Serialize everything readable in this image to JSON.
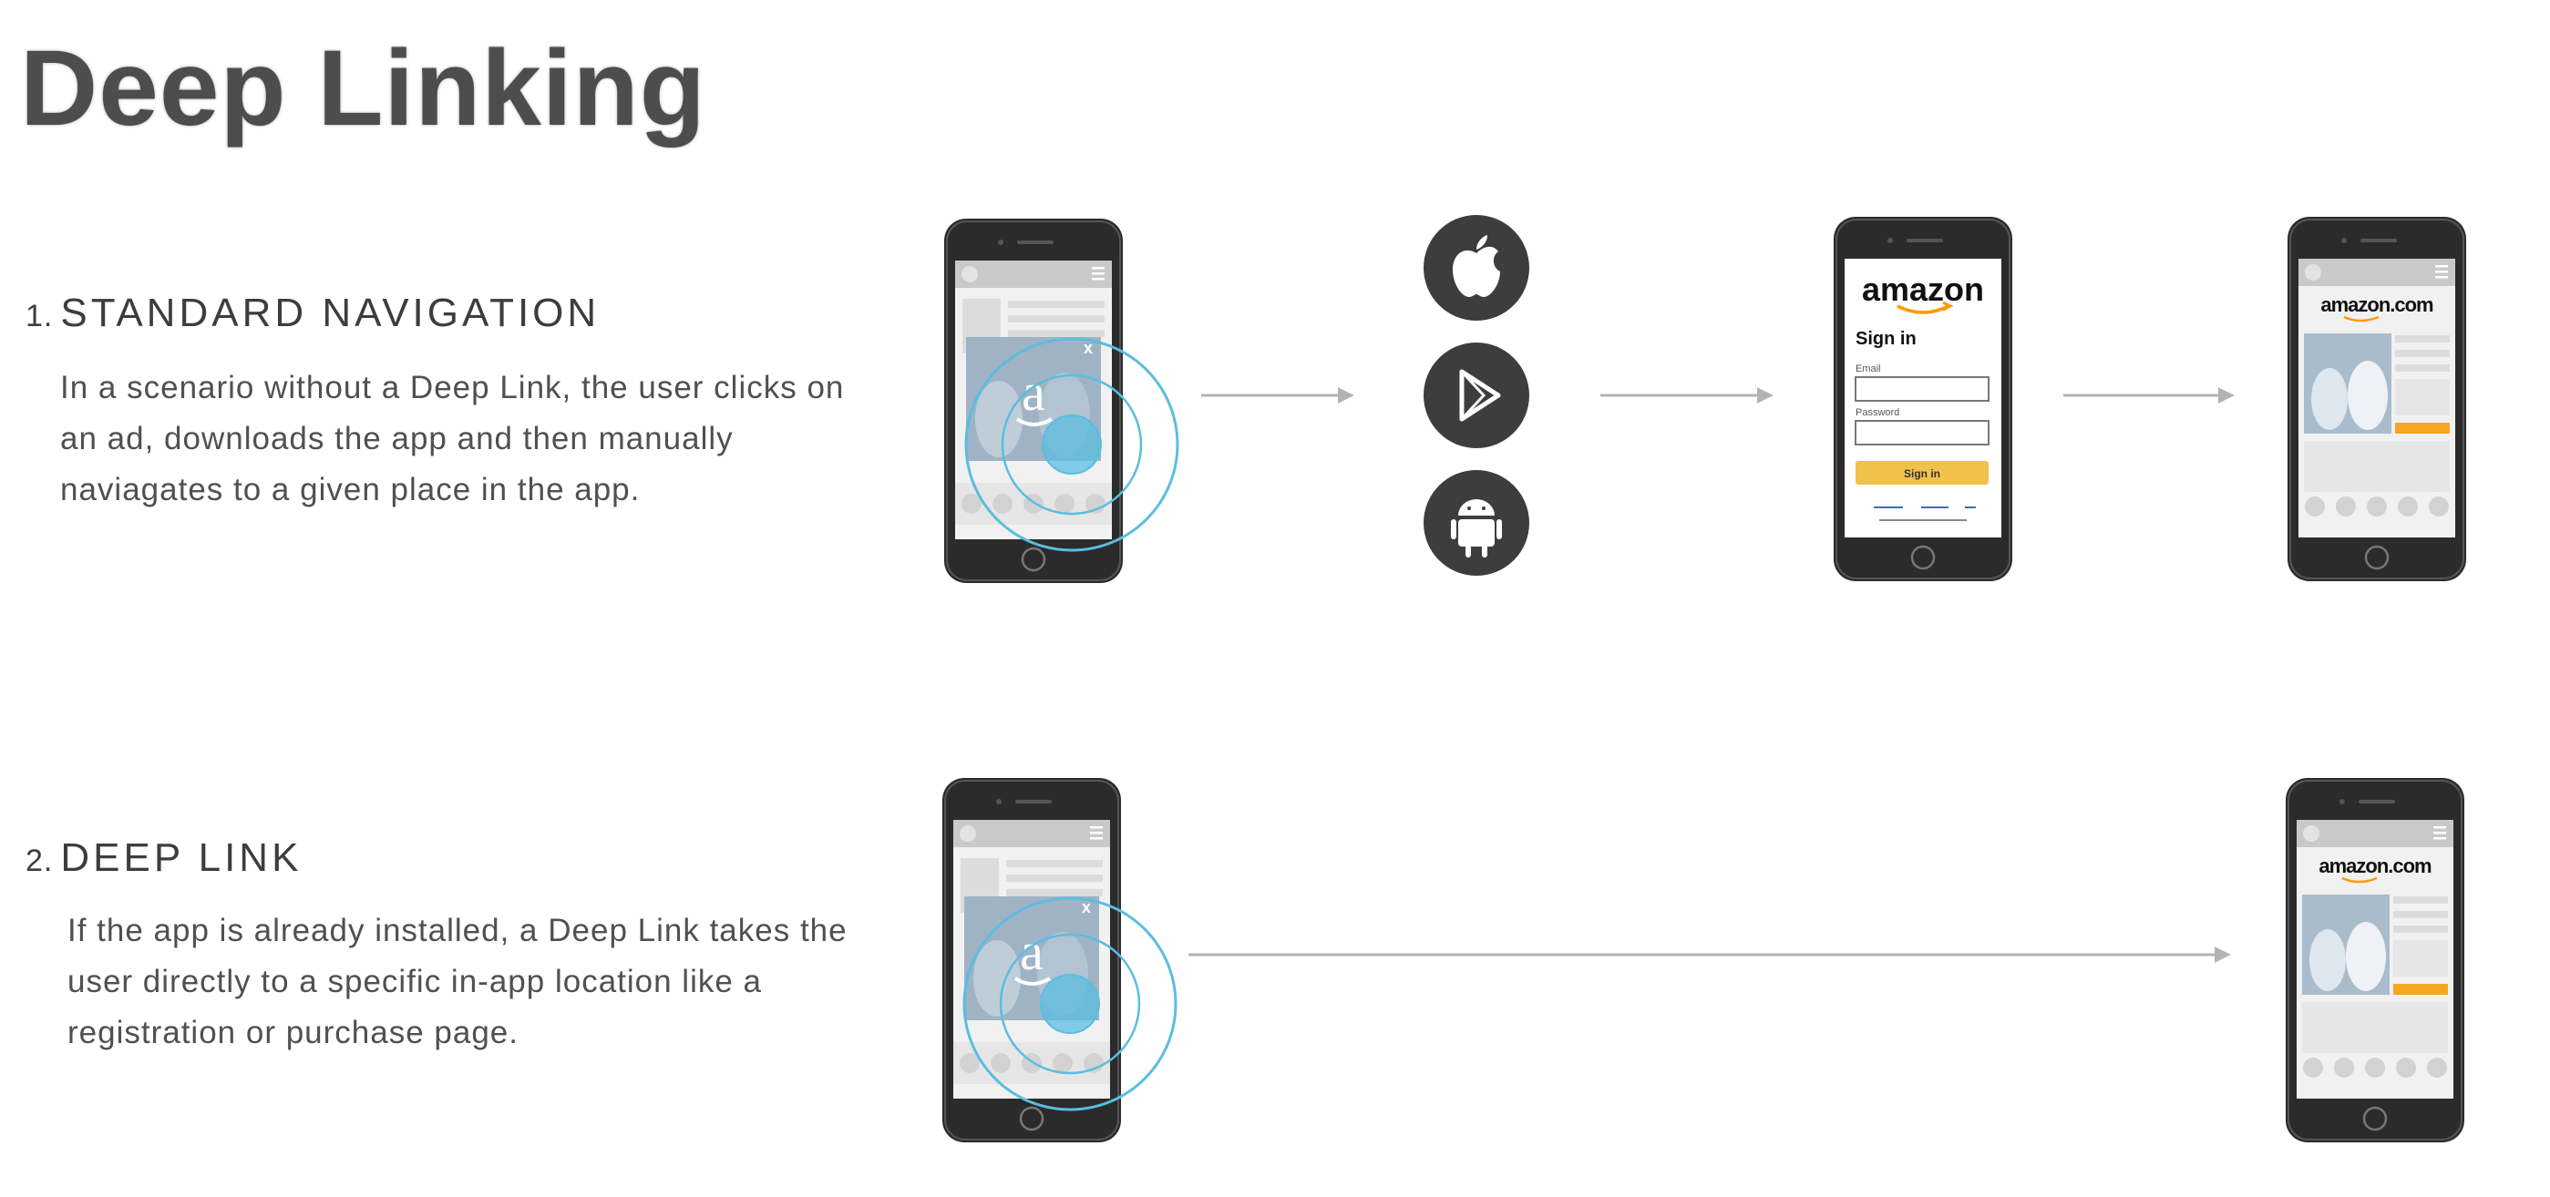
{
  "title": "Deep Linking",
  "sections": [
    {
      "number": "1.",
      "heading": "STANDARD NAVIGATION",
      "description": "In a scenario without a Deep Link, the user clicks on an ad, downloads the app and then manually naviagates to a given place in the app."
    },
    {
      "number": "2.",
      "heading": "DEEP LINK",
      "description": "If the app is already installed, a Deep Link takes the user directly to a specific in-app location like a registration or purchase page."
    }
  ],
  "ad_close": "x",
  "ad_letter": "a",
  "amazon_logo": "amazon",
  "amazon_com_logo": "amazon.com",
  "signin": {
    "heading": "Sign in",
    "email_label": "Email",
    "password_label": "Password",
    "button": "Sign in"
  },
  "stores": [
    "apple-icon",
    "google-play-icon",
    "android-icon"
  ],
  "colors": {
    "phone_body": "#2b2b2b",
    "tap_ripple": "#5bbde0",
    "signin_button": "#f0c14b",
    "amazon_orange": "#f90",
    "arrow": "#b3b3b3",
    "store_circle": "#3d3d3d"
  }
}
